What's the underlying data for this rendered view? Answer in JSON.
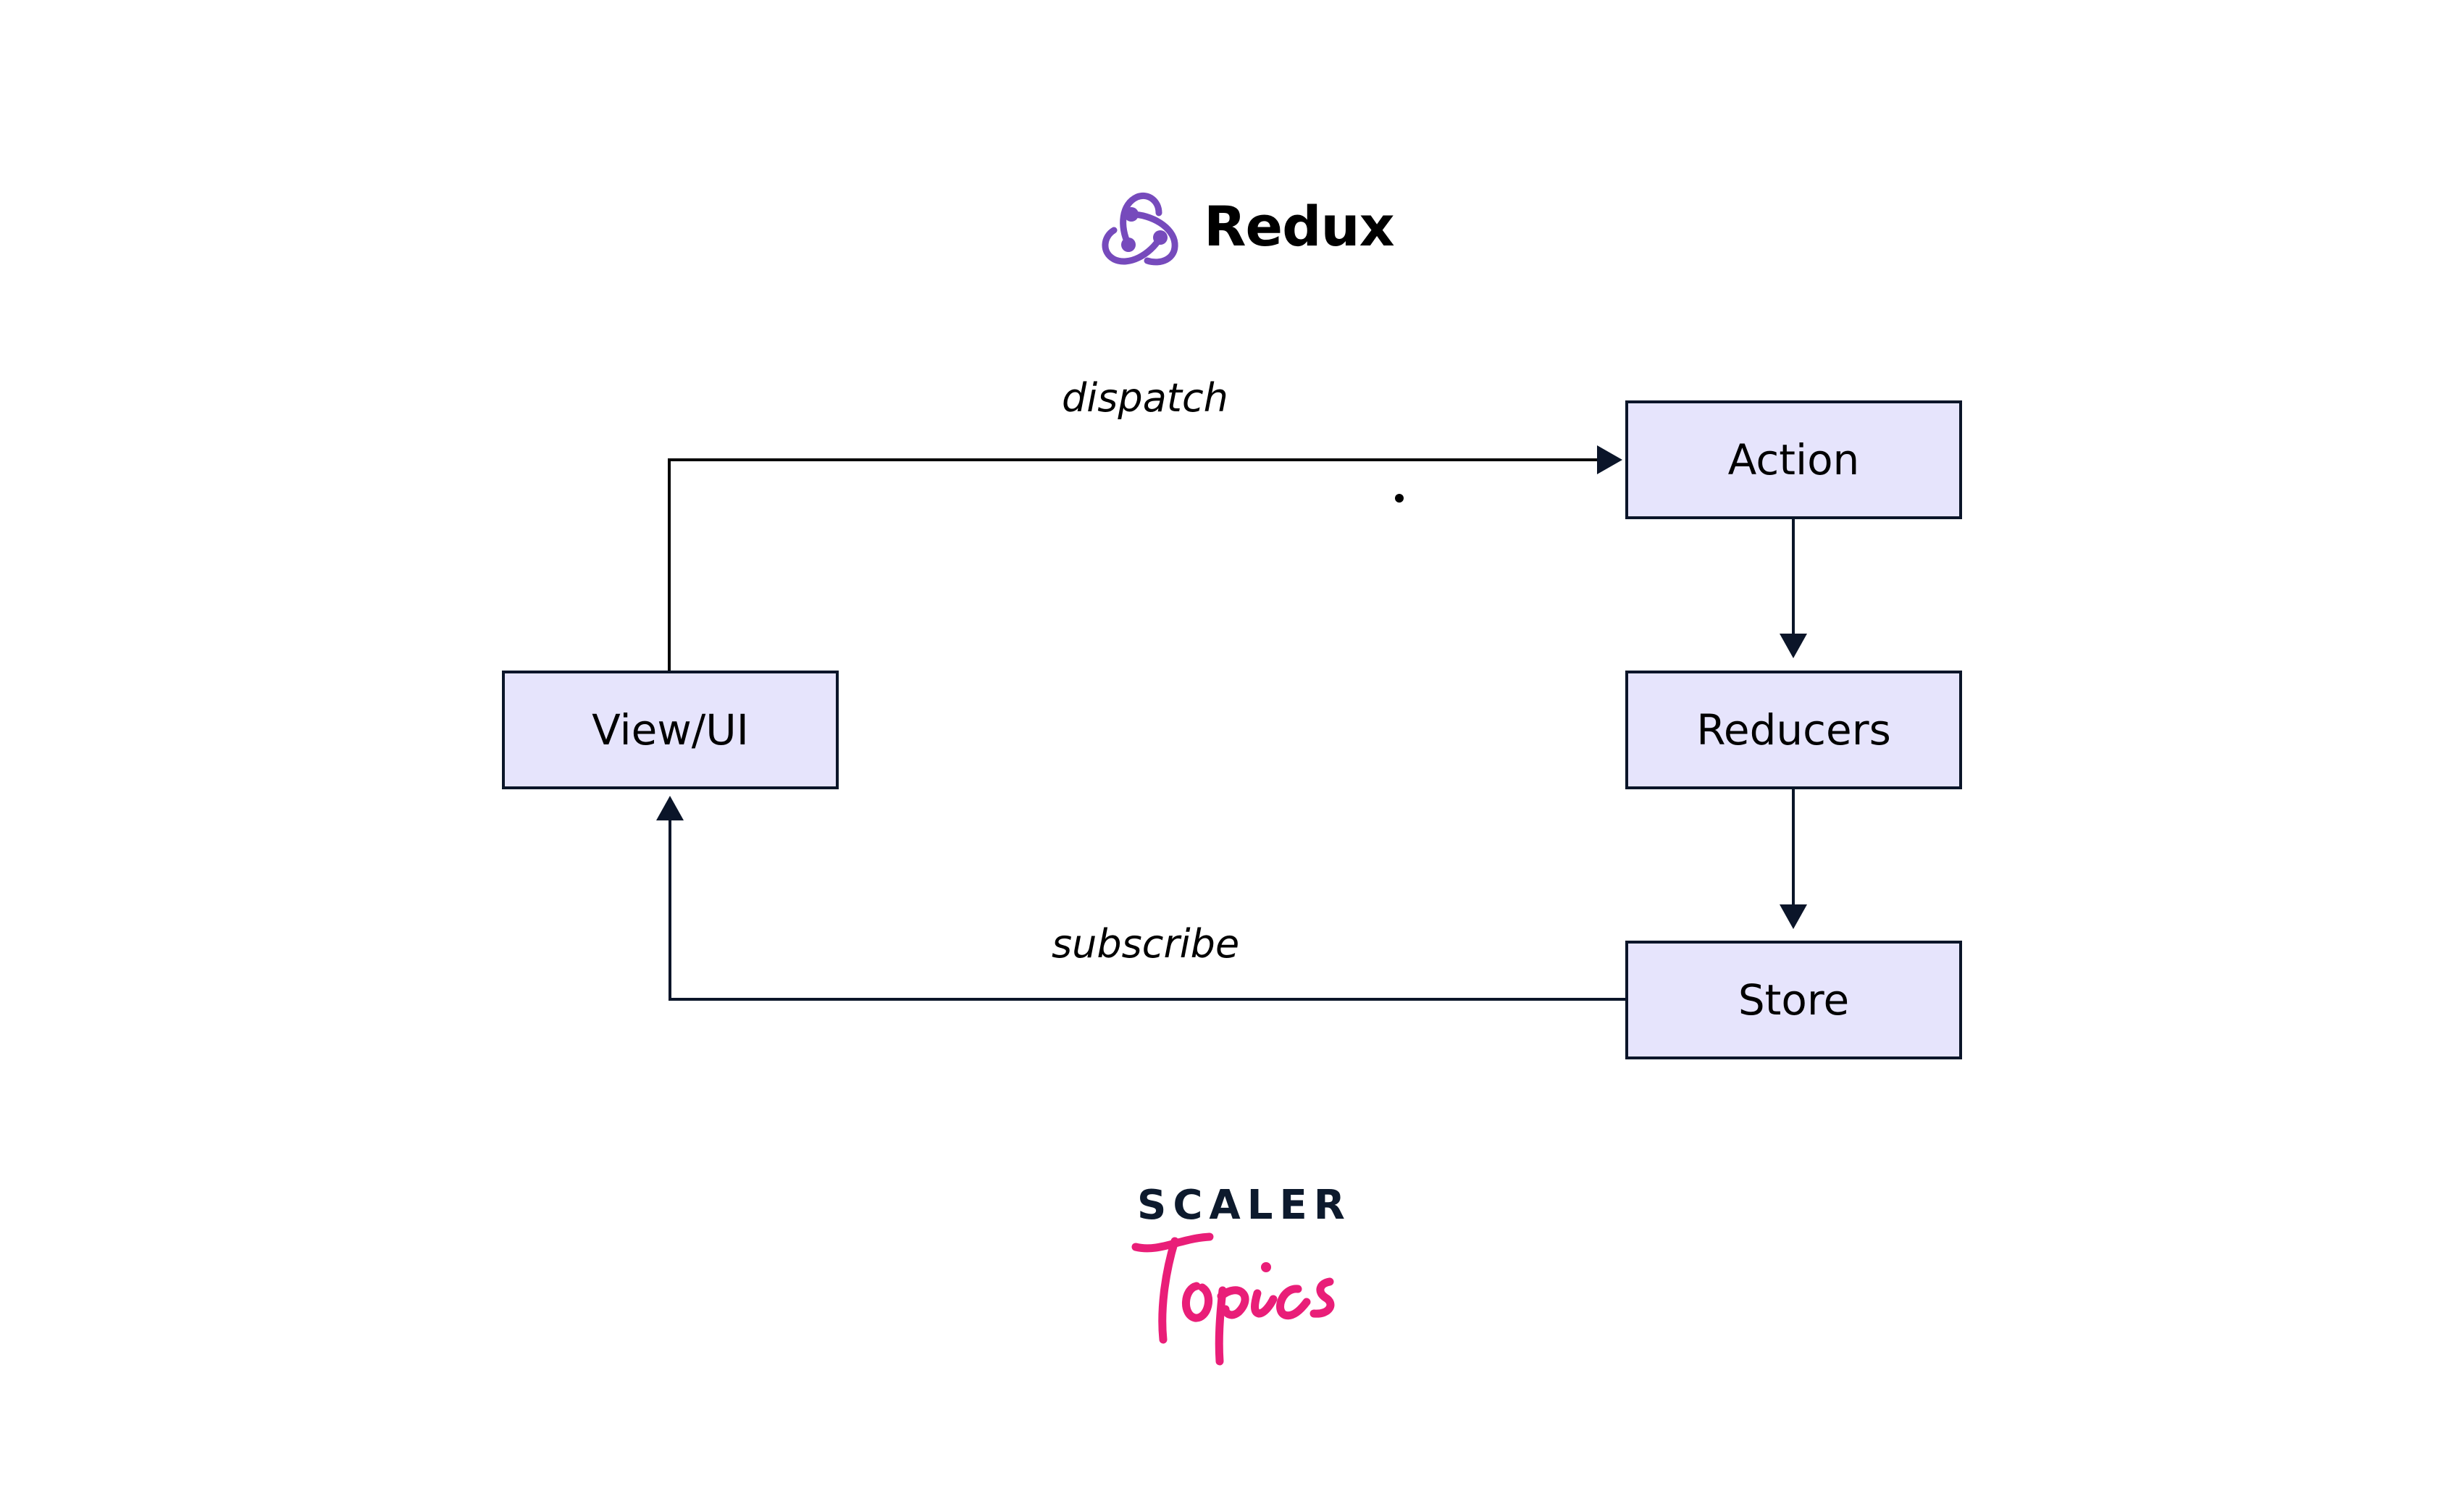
{
  "header": {
    "logo_icon": "redux-logo-icon",
    "title": "Redux",
    "logo_color": "#764abc"
  },
  "diagram": {
    "nodes": [
      {
        "id": "view",
        "label": "View/UI"
      },
      {
        "id": "action",
        "label": "Action"
      },
      {
        "id": "reducers",
        "label": "Reducers"
      },
      {
        "id": "store",
        "label": "Store"
      }
    ],
    "edges": [
      {
        "from": "view",
        "to": "action",
        "label": "dispatch"
      },
      {
        "from": "action",
        "to": "reducers",
        "label": ""
      },
      {
        "from": "reducers",
        "to": "store",
        "label": ""
      },
      {
        "from": "store",
        "to": "view",
        "label": "subscribe"
      }
    ],
    "box_fill": "#e6e4fc",
    "stroke_color": "#0b1529"
  },
  "footer": {
    "brand_top": "SCALER",
    "brand_script": "Topics",
    "brand_top_color": "#0d1a2d",
    "brand_script_color": "#e91e78"
  }
}
